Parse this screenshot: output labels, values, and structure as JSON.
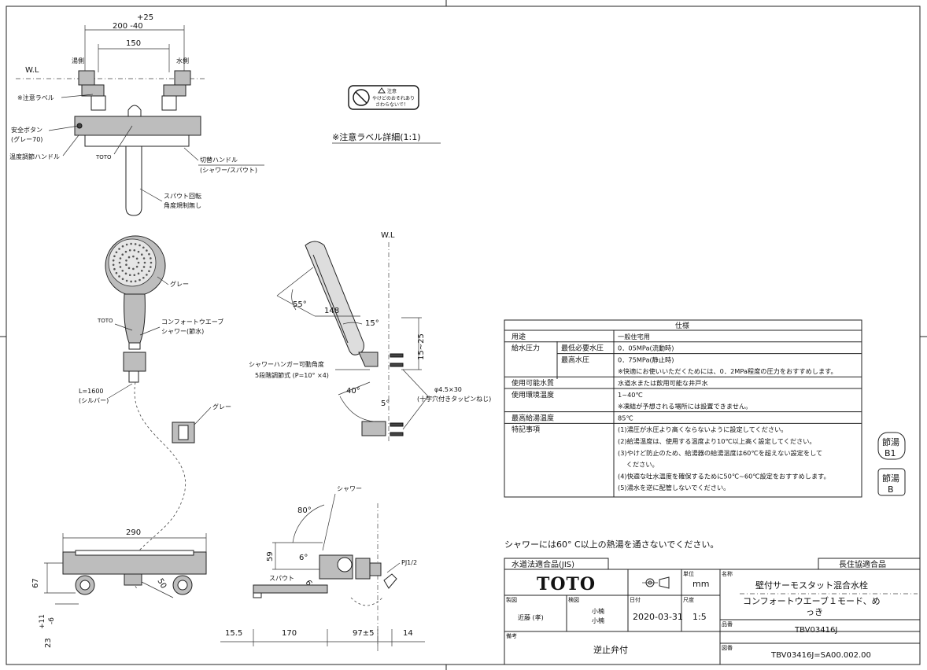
{
  "dims_top": {
    "tol_plus": "+25",
    "span": "200  -40",
    "pitch": "150",
    "hot_side": "湯側",
    "cold_side": "水側",
    "wl": "W.L",
    "caution_label_note": "※注意ラベル",
    "safety_button": "安全ボタン",
    "safety_button_color": "(グレー70)",
    "temp_handle": "温度調節ハンドル",
    "toto": "TOTO",
    "switch_handle": "切替ハンドル",
    "switch_handle_sub": "(シャワー/スパウト)",
    "spout_rotation": "スパウト回転",
    "spout_rotation_sub": "角度規制無し"
  },
  "caution_label": {
    "title": "注意",
    "line1": "やけどのおそれあり",
    "line2": "さわらないで！",
    "detail": "※注意ラベル詳細(1:1)"
  },
  "shower_front": {
    "gray": "グレー",
    "toto": "TOTO",
    "name1": "コンフォートウエーブ",
    "name2": "シャワー(節水)",
    "hose": "L=1600",
    "hose_color": "(シルバー)",
    "hanger_gray": "グレー"
  },
  "shower_side": {
    "wl": "W.L",
    "angle55": "55°",
    "dim148": "148",
    "angle15": "15°",
    "dim15_25": "15~25",
    "hanger_angle": "シャワーハンガー可動角度",
    "hanger_steps": "5段階調節式 (P=10° ×4)",
    "angle40": "40°",
    "angle5": "5°",
    "screw": "φ4.5×30",
    "screw_sub": "(十字穴付きタッピンねじ)"
  },
  "bottom_front": {
    "dim290": "290",
    "dim67": "67",
    "dim50": "50",
    "dim_plus11": "+11",
    "dim_minus6": "-6",
    "dim23": "23"
  },
  "bottom_side": {
    "shower": "シャワー",
    "angle80": "80°",
    "dim59": "59",
    "angle6": "6°",
    "angle60": "60°",
    "spout": "スパウト",
    "pj": "PJ1/2",
    "dims": [
      "15.5",
      "170",
      "97±5",
      "14"
    ]
  },
  "spec_table": {
    "title": "仕様",
    "rows": [
      {
        "label": "用途",
        "sub": "",
        "value": "一般住宅用"
      },
      {
        "label": "給水圧力",
        "sub": "最低必要水圧",
        "value": "0．05MPa(流動時)"
      },
      {
        "label": "",
        "sub": "最高水圧",
        "value": "0．75MPa(静止時)"
      },
      {
        "label": "",
        "sub": "",
        "value": "※快適にお使いいただくためには、0．2MPa程度の圧力をおすすめします。"
      },
      {
        "label": "使用可能水質",
        "sub": "",
        "value": "水道水または飲用可能な井戸水"
      },
      {
        "label": "使用環境温度",
        "sub": "",
        "value": "1~40℃"
      },
      {
        "label": "",
        "sub": "",
        "value": "※凍結が予想される場所には設置できません。"
      },
      {
        "label": "最高給湯温度",
        "sub": "",
        "value": "85℃"
      },
      {
        "label": "特記事項",
        "sub": "",
        "value": "(1)湯圧が水圧より高くならないように設定してください。"
      },
      {
        "label": "",
        "sub": "",
        "value": "(2)給湯温度は、使用する温度より10℃以上高く設定してください。"
      },
      {
        "label": "",
        "sub": "",
        "value": "(3)やけど防止のため、給湯器の給湯温度は60℃を超えない設定をして"
      },
      {
        "label": "",
        "sub": "",
        "value": "　 ください。"
      },
      {
        "label": "",
        "sub": "",
        "value": "(4)快適な吐水温度を確保するために50℃~60℃設定をおすすめします。"
      },
      {
        "label": "",
        "sub": "",
        "value": "(5)湯水を逆に配管しないでください。"
      }
    ]
  },
  "badges": [
    {
      "top": "節湯",
      "bottom": "B1"
    },
    {
      "top": "節湯",
      "bottom": "B"
    }
  ],
  "warning": "シャワーには60° C以上の熱湯を通さないでください。",
  "title_block": {
    "jis": "水道法適合品(JIS)",
    "longlife": "長住協適合品",
    "brand": "TOTO",
    "unit_label": "単位",
    "unit": "mm",
    "name_label": "名称",
    "name1": "壁付サーモスタット混合水栓",
    "name2": "コンフォートウエーブ１モード、め",
    "name3": "っき",
    "drawn_label": "製図",
    "drawn_by": "近藤 (孝)",
    "checked_label": "検図",
    "checked1": "小楠",
    "checked2": "小楠",
    "date_label": "日付",
    "date": "2020-03-31",
    "scale_label": "尺度",
    "scale": "1:5",
    "part_label": "品番",
    "part": "TBV03416J",
    "note_label": "備考",
    "note": "逆止弁付",
    "drawing_label": "図番",
    "drawing": "TBV03416J=SA00.002.00"
  }
}
